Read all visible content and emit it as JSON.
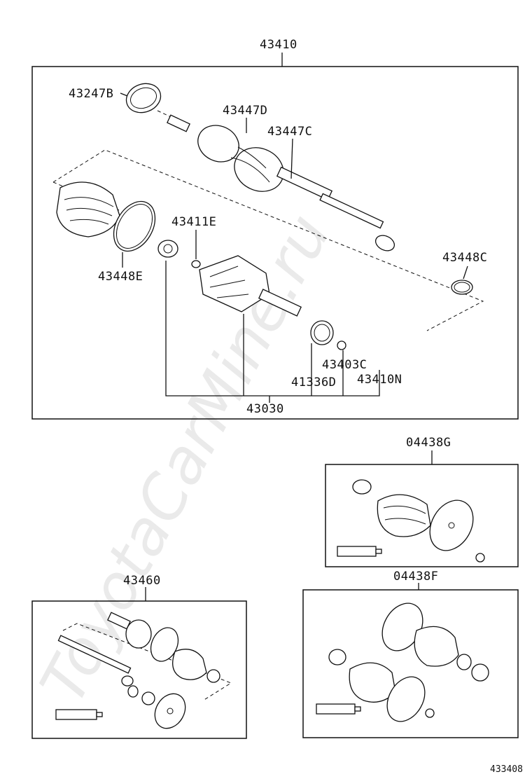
{
  "watermark": "ToyotaCarMine.ru",
  "labels": {
    "p43410": "43410",
    "p43247B": "43247B",
    "p43447D": "43447D",
    "p43447C": "43447C",
    "p43411E": "43411E",
    "p43448C": "43448C",
    "p43448E": "43448E",
    "p43403C": "43403C",
    "p41336D": "41336D",
    "p43410N": "43410N",
    "p43030": "43030",
    "p04438G": "04438G",
    "p04438F": "04438F",
    "p43460": "43460",
    "diagram_id": "433408"
  }
}
